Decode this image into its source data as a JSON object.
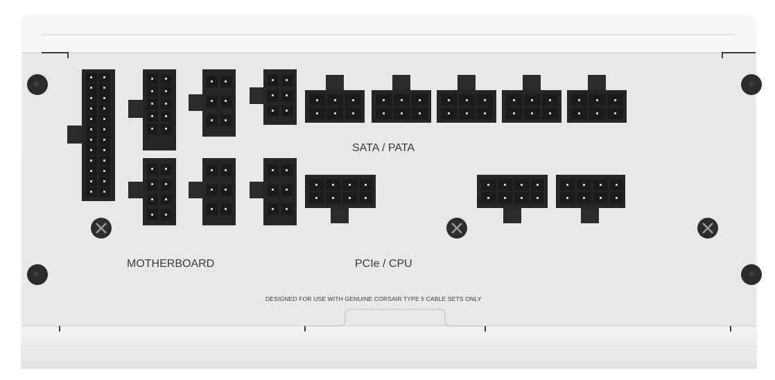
{
  "labels": {
    "sata": "SATA / PATA",
    "motherboard": "MOTHERBOARD",
    "pcie_cpu": "PCIe / CPU",
    "notice": "DESIGNED FOR USE WITH GENUINE CORSAIR TYPE 5 CABLE SETS ONLY"
  },
  "colors": {
    "panel": "#e9e9e9",
    "body": "#f2f2f2",
    "connector": "#2a2a2a",
    "socket": "#1b1b1b",
    "pin": "#cfcfcf",
    "screw": "#2b2b2b"
  }
}
